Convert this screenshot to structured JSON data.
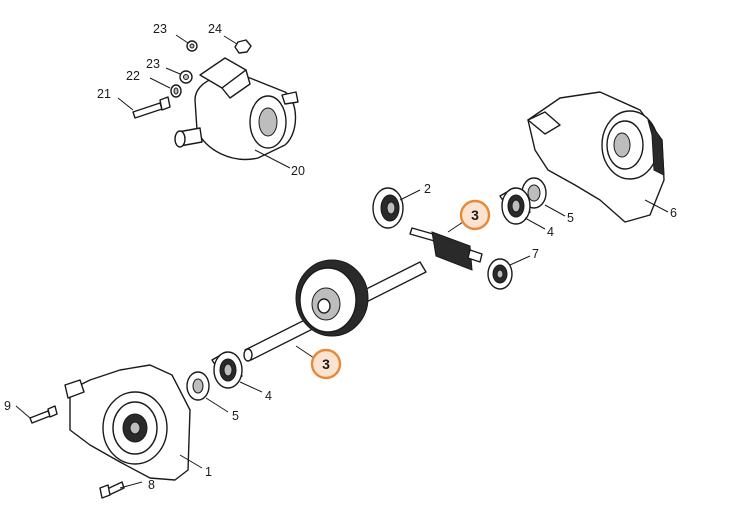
{
  "callout_color": "#e8893a",
  "callouts": [
    {
      "id": "callout-upper",
      "label": "3"
    },
    {
      "id": "callout-lower",
      "label": "3"
    }
  ],
  "parts": [
    {
      "id": "part-1",
      "label": "1"
    },
    {
      "id": "part-2",
      "label": "2"
    },
    {
      "id": "part-4-upper",
      "label": "4"
    },
    {
      "id": "part-4-lower",
      "label": "4"
    },
    {
      "id": "part-5-upper",
      "label": "5"
    },
    {
      "id": "part-5-lower",
      "label": "5"
    },
    {
      "id": "part-6",
      "label": "6"
    },
    {
      "id": "part-7",
      "label": "7"
    },
    {
      "id": "part-8",
      "label": "8"
    },
    {
      "id": "part-9",
      "label": "9"
    },
    {
      "id": "part-20",
      "label": "20"
    },
    {
      "id": "part-21",
      "label": "21"
    },
    {
      "id": "part-22",
      "label": "22"
    },
    {
      "id": "part-23-upper",
      "label": "23"
    },
    {
      "id": "part-23-lower",
      "label": "23"
    },
    {
      "id": "part-24",
      "label": "24"
    }
  ]
}
